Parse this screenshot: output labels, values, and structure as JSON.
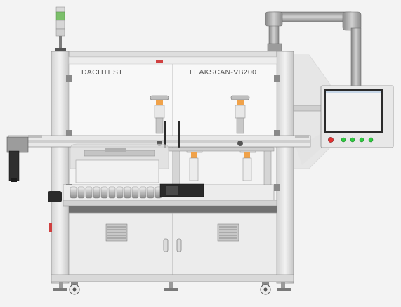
{
  "machine": {
    "brand_label": "DACHTEST",
    "model_label": "LEAKSCAN-VB200"
  },
  "colors": {
    "frame": "#e6e6e6",
    "frame_edge": "#9a9a9a",
    "panel": "#ebebeb",
    "hmi_screen": "#f2f2f2",
    "hmi_frame": "#2b2b2b",
    "stop_button": "#e53030",
    "go_button": "#2ecc40",
    "beacon_green": "#7bbf6a",
    "nozzle_orange": "#f0a24a"
  },
  "hmi": {
    "button_count_green": 4,
    "button_count_red": 1
  }
}
